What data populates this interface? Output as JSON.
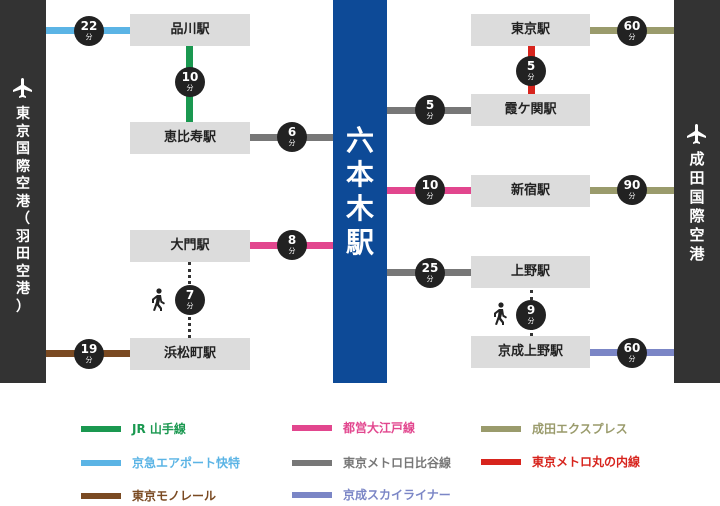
{
  "left_airport": {
    "name": [
      "東",
      "京",
      "国",
      "際",
      "空",
      "港",
      "（",
      "羽",
      "田",
      "空",
      "港",
      "）"
    ]
  },
  "right_airport": {
    "name": [
      "成",
      "田",
      "国",
      "際",
      "空",
      "港"
    ]
  },
  "destination": {
    "name": [
      "六",
      "本",
      "木",
      "駅"
    ]
  },
  "unit": "分",
  "stations": {
    "shinagawa": "品川駅",
    "ebisu": "恵比寿駅",
    "daimon": "大門駅",
    "hamamatsucho": "浜松町駅",
    "tokyo": "東京駅",
    "kasumigaseki": "霞ケ関駅",
    "shinjuku": "新宿駅",
    "ueno": "上野駅",
    "keisei_ueno": "京成上野駅"
  },
  "times": {
    "haneda_shinagawa": "22",
    "shinagawa_ebisu": "10",
    "ebisu_roppongi": "6",
    "daimon_roppongi": "8",
    "daimon_hamamatsucho_walk": "7",
    "haneda_hamamatsucho": "19",
    "narita_tokyo": "60",
    "tokyo_kasumigaseki": "5",
    "kasumigaseki_roppongi": "5",
    "shinjuku_roppongi": "10",
    "narita_shinjuku": "90",
    "ueno_roppongi": "25",
    "ueno_keisei_walk": "9",
    "narita_keisei_ueno": "60"
  },
  "colors": {
    "jr_yamanote": "#1a9850",
    "keikyu": "#5bb4e5",
    "monorail": "#7a4a22",
    "oedo": "#e2468e",
    "hibiya": "#777777",
    "skyliner": "#7b86c6",
    "narita_express": "#9a9b6c",
    "marunouchi": "#d7241d"
  },
  "legend": [
    {
      "label": "JR 山手線",
      "color": "#1a9850",
      "icon": "line-swatch"
    },
    {
      "label": "京急エアポート快特",
      "color": "#5bb4e5",
      "icon": "line-swatch"
    },
    {
      "label": "東京モノレール",
      "color": "#7a4a22",
      "icon": "line-swatch"
    },
    {
      "label": "都営大江戸線",
      "color": "#e2468e",
      "icon": "line-swatch"
    },
    {
      "label": "東京メトロ日比谷線",
      "color": "#777777",
      "icon": "line-swatch"
    },
    {
      "label": "京成スカイライナー",
      "color": "#7b86c6",
      "icon": "line-swatch"
    },
    {
      "label": "成田エクスプレス",
      "color": "#9a9b6c",
      "icon": "line-swatch"
    },
    {
      "label": "東京メトロ丸の内線",
      "color": "#d7241d",
      "icon": "line-swatch"
    }
  ],
  "icons": {
    "plane": "airplane-icon",
    "walk": "walking-person-icon"
  }
}
